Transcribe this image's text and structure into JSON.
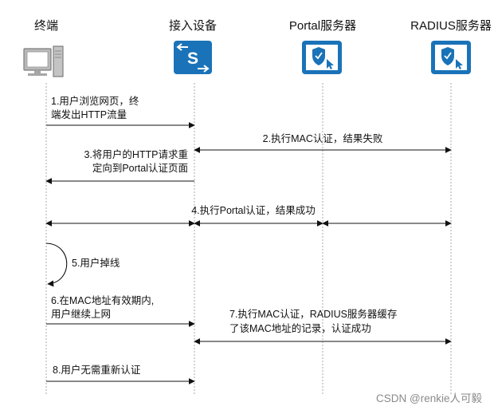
{
  "participants": [
    {
      "id": "terminal",
      "label": "终端",
      "icon": "pc-icon"
    },
    {
      "id": "access",
      "label": "接入设备",
      "icon": "switch-icon"
    },
    {
      "id": "portal",
      "label": "Portal服务器",
      "icon": "server-icon"
    },
    {
      "id": "radius",
      "label": "RADIUS服务器",
      "icon": "server-icon"
    }
  ],
  "messages": [
    {
      "id": "m1",
      "lines": [
        "1.用户浏览网页，终",
        "端发出HTTP流量"
      ]
    },
    {
      "id": "m2",
      "lines": [
        "2.执行MAC认证，结果失败"
      ]
    },
    {
      "id": "m3",
      "lines": [
        "3.将用户的HTTP请求重",
        "定向到Portal认证页面"
      ]
    },
    {
      "id": "m4",
      "lines": [
        "4.执行Portal认证，结果成功"
      ]
    },
    {
      "id": "m5",
      "lines": [
        "5.用户掉线"
      ]
    },
    {
      "id": "m6",
      "lines": [
        "6.在MAC地址有效期内,",
        "用户继续上网"
      ]
    },
    {
      "id": "m7",
      "lines": [
        "7.执行MAC认证，RADIUS服务器缓存",
        "了该MAC地址的记录，认证成功"
      ]
    },
    {
      "id": "m8",
      "lines": [
        "8.用户无需重新认证"
      ]
    }
  ],
  "watermark": "CSDN @renkie人可毅",
  "colors": {
    "icon_blue": "#1a73b8",
    "line": "#111111",
    "lifeline": "#a8a8a8"
  }
}
